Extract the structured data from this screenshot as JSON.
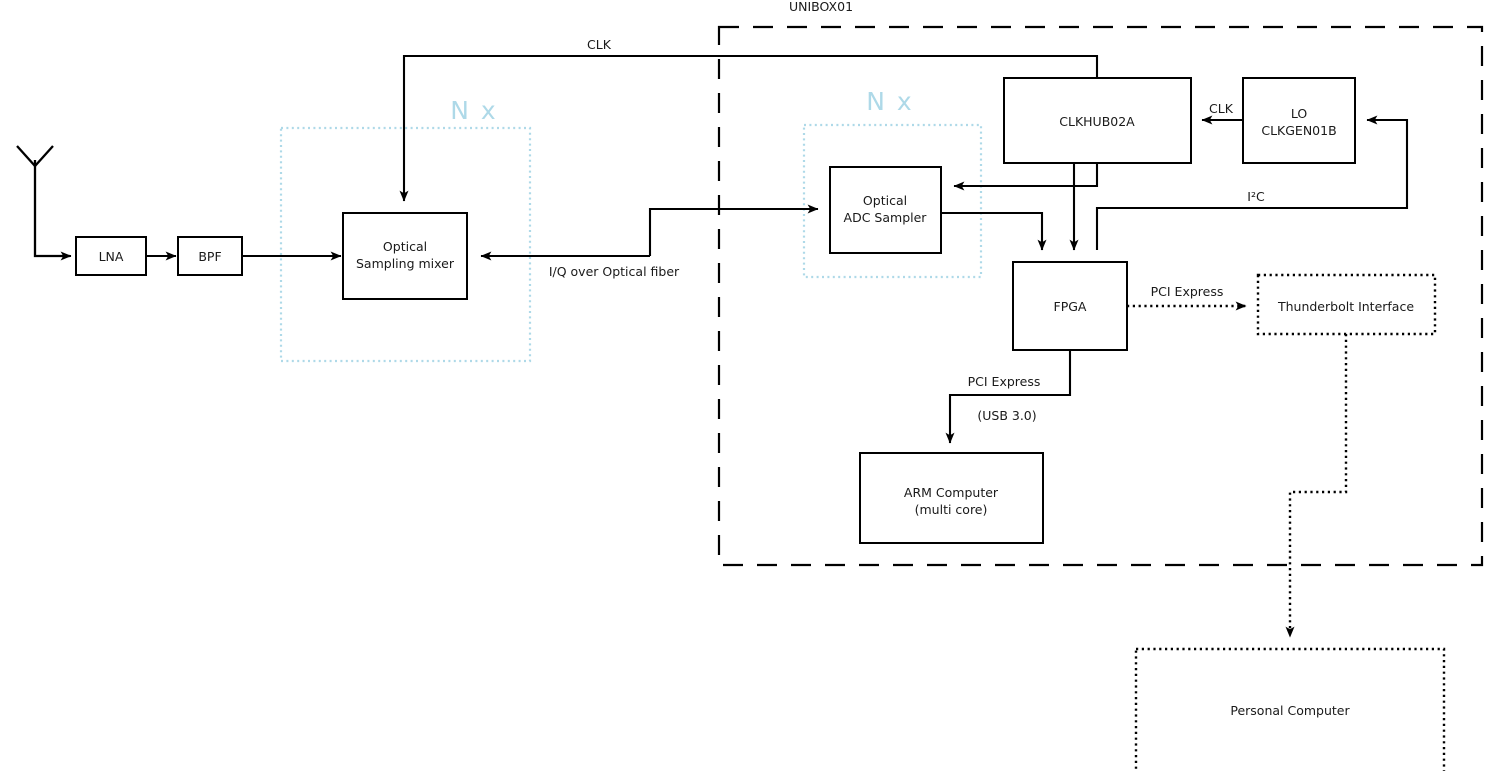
{
  "diagram": {
    "title": "UNIBOX01",
    "enclosure_label": "UNIBOX01",
    "colors": {
      "nx_region": "#aed9e8",
      "wire": "#000000",
      "box_fill": "#ffffff",
      "text": "#1a1a1a"
    },
    "nx_labels": {
      "left": "N x",
      "right": "N x"
    },
    "blocks": [
      {
        "id": "lna",
        "label": "LNA",
        "style": "solid"
      },
      {
        "id": "bpf",
        "label": "BPF",
        "style": "solid"
      },
      {
        "id": "mixer",
        "label_line1": "Optical",
        "label_line2": "Sampling mixer",
        "style": "solid"
      },
      {
        "id": "adc",
        "label_line1": "Optical",
        "label_line2": "ADC Sampler",
        "style": "solid"
      },
      {
        "id": "clkhub",
        "label": "CLKHUB02A",
        "style": "solid"
      },
      {
        "id": "lo",
        "label_line1": "LO",
        "label_line2": "CLKGEN01B",
        "style": "solid"
      },
      {
        "id": "fpga",
        "label": "FPGA",
        "style": "solid"
      },
      {
        "id": "arm",
        "label_line1": "ARM Computer",
        "label_line2": "(multi core)",
        "style": "solid"
      },
      {
        "id": "thunderbolt",
        "label": "Thunderbolt Interface",
        "style": "dotted"
      },
      {
        "id": "pc",
        "label": "Personal Computer",
        "style": "dotted"
      }
    ],
    "connection_labels": {
      "clk_top": "CLK",
      "clk_lo": "CLK",
      "iq_fiber": "I/Q over Optical fiber",
      "i2c": "I²C",
      "pcie_thunderbolt": "PCI Express",
      "pcie_arm": "PCI Express",
      "usb3": "(USB 3.0)"
    },
    "icons": {
      "antenna": "antenna-icon"
    }
  }
}
